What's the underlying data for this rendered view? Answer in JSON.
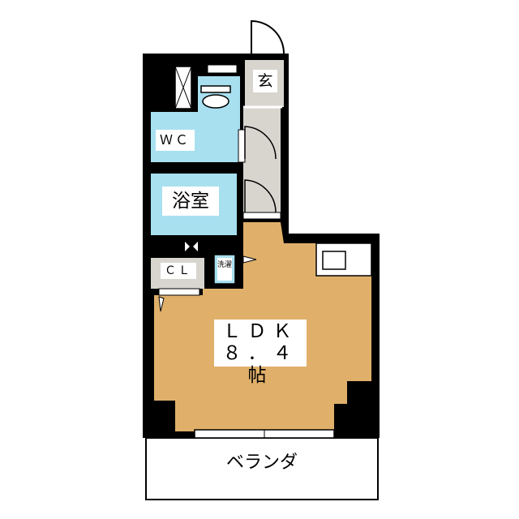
{
  "rooms": {
    "ldk": "ＬＤＫ\n８．４帖",
    "wc": "ＷＣ",
    "bathroom": "浴室",
    "entrance": "玄",
    "closet": "ＣＬ",
    "washer": "洗濯",
    "veranda": "ベランダ"
  },
  "colors": {
    "ldk_floor": "#e0b06a",
    "wet_area": "#a8e0f0",
    "entrance_floor": "#d8d5cf",
    "wall": "#000000"
  }
}
